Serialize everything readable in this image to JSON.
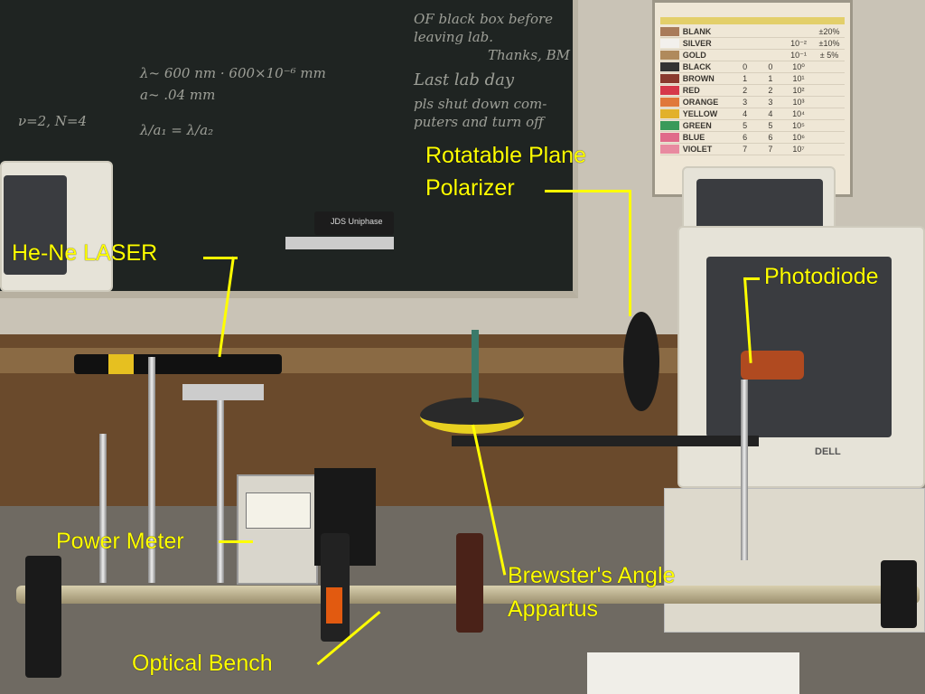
{
  "labels": {
    "laser": "He-Ne LASER",
    "polarizer_line1": "Rotatable Plane",
    "polarizer_line2": "Polarizer",
    "photodiode": "Photodiode",
    "power_meter": "Power Meter",
    "brewster_line1": "Brewster's Angle",
    "brewster_line2": "Appartus",
    "optical_bench": "Optical Bench"
  },
  "chalkboard": {
    "lines": [
      "λ~ 600 nm · 600×10⁻⁶ mm",
      "a~ .04 mm",
      "λ/a₁ = λ/a₂",
      "ν=2, N=4",
      "OF black box before",
      "leaving lab.",
      "Thanks, BM",
      "Last lab day",
      "pls shut down com-",
      "puters and turn off"
    ]
  },
  "device_brand": "JDS Uniphase",
  "monitor_brand": "DELL",
  "resistor_chart": {
    "rows": [
      {
        "name": "BLANK",
        "d1": "",
        "d2": "",
        "mult": "",
        "tol": "±20%",
        "color": "#a97b5a"
      },
      {
        "name": "SILVER",
        "d1": "",
        "d2": "",
        "mult": "10⁻²",
        "tol": "±10%",
        "color": "#f2f0ec"
      },
      {
        "name": "GOLD",
        "d1": "",
        "d2": "",
        "mult": "10⁻¹",
        "tol": "± 5%",
        "color": "#b08a5c"
      },
      {
        "name": "BLACK",
        "d1": "0",
        "d2": "0",
        "mult": "10⁰",
        "tol": "",
        "color": "#333"
      },
      {
        "name": "BROWN",
        "d1": "1",
        "d2": "1",
        "mult": "10¹",
        "tol": "",
        "color": "#8a3a2e"
      },
      {
        "name": "RED",
        "d1": "2",
        "d2": "2",
        "mult": "10²",
        "tol": "",
        "color": "#d6384a"
      },
      {
        "name": "ORANGE",
        "d1": "3",
        "d2": "3",
        "mult": "10³",
        "tol": "",
        "color": "#e0783a"
      },
      {
        "name": "YELLOW",
        "d1": "4",
        "d2": "4",
        "mult": "10⁴",
        "tol": "",
        "color": "#e2b12a"
      },
      {
        "name": "GREEN",
        "d1": "5",
        "d2": "5",
        "mult": "10⁵",
        "tol": "",
        "color": "#3a9a5a"
      },
      {
        "name": "BLUE",
        "d1": "6",
        "d2": "6",
        "mult": "10⁶",
        "tol": "",
        "color": "#e06a8a"
      },
      {
        "name": "VIOLET",
        "d1": "7",
        "d2": "7",
        "mult": "10⁷",
        "tol": "",
        "color": "#e88aa0"
      }
    ]
  }
}
